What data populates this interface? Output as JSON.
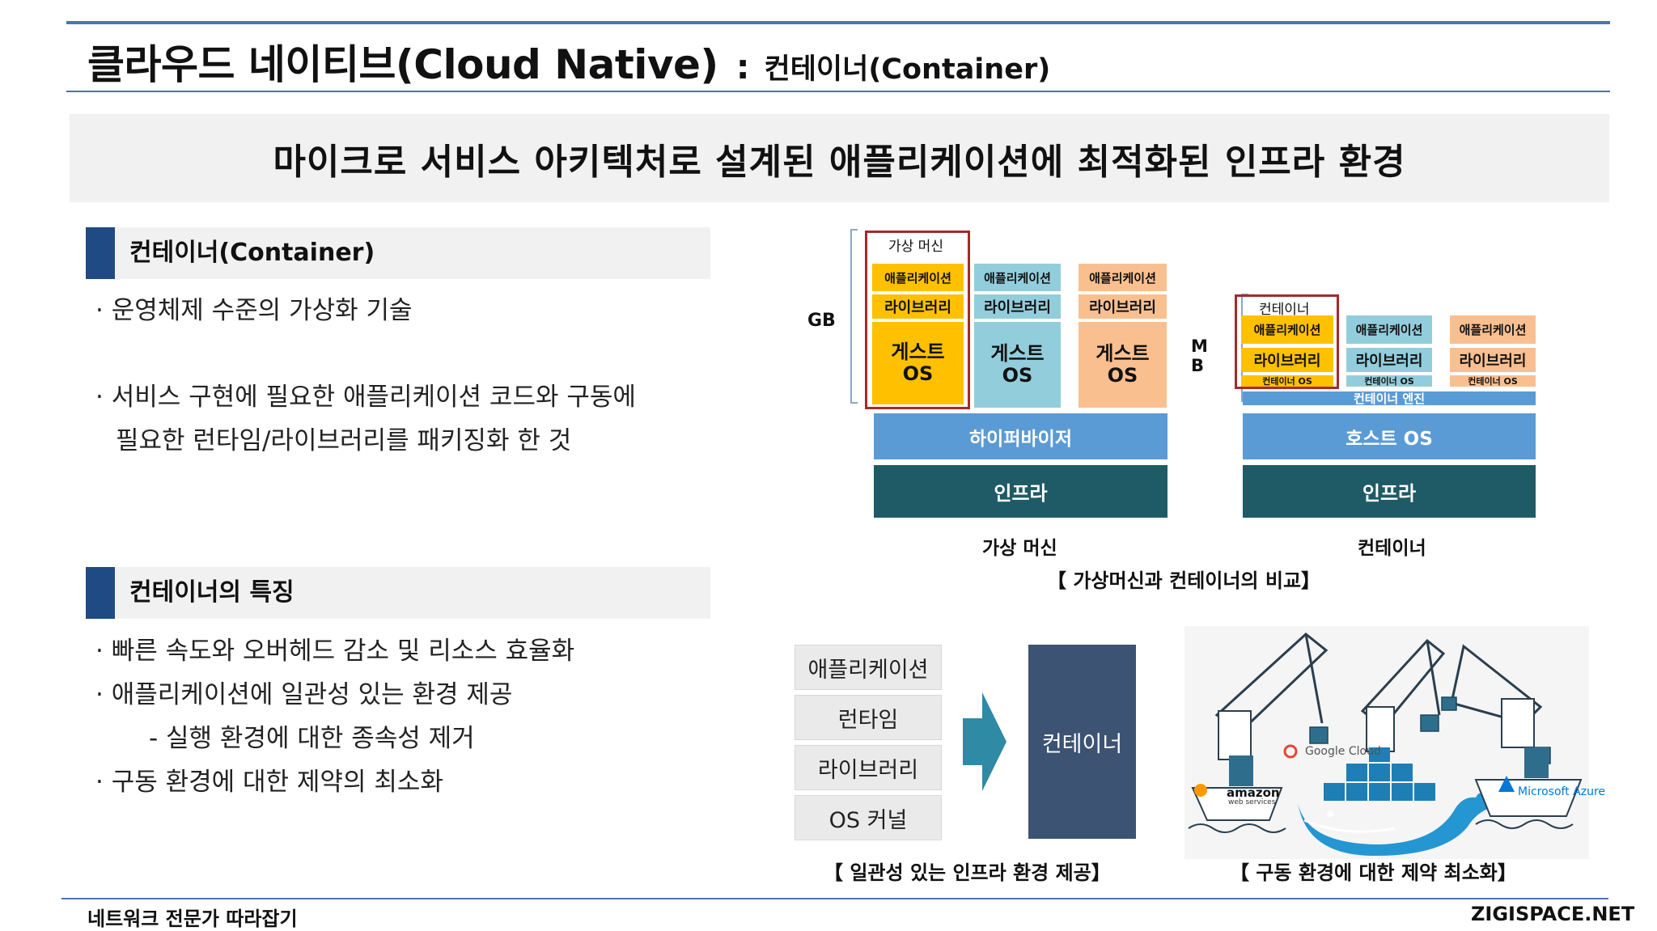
{
  "header": {
    "title": "클라우드 네이티브(Cloud Native)",
    "separator": ":",
    "subtitle": "컨테이너(Container)"
  },
  "banner": {
    "text": "마이크로 서비스 아키텍처로 설계된 애플리케이션에 최적화된 인프라 환경"
  },
  "section1": {
    "title": "컨테이너(Container)",
    "bullets": [
      "· 운영체제 수준의 가상화 기술",
      "· 서비스 구현에 필요한 애플리케이션 코드와 구동에",
      "필요한 런타임/라이브러리를 패키징화 한 것"
    ]
  },
  "section2": {
    "title": "컨테이너의 특징",
    "bullets": [
      "· 빠른 속도와 오버헤드 감소 및 리소스 효율화",
      "· 애플리케이션에 일관성 있는 환경 제공",
      "- 실행 환경에 대한 종속성 제거",
      "· 구동 환경에 대한 제약의 최소화"
    ]
  },
  "comparison": {
    "vm": {
      "unit": "GB",
      "box_label": "가상 머신",
      "app": "애플리케이션",
      "lib": "라이브러리",
      "guest_os": "게스트\nOS",
      "hypervisor": "하이퍼바이저",
      "infra": "인프라",
      "caption": "가상 머신"
    },
    "container": {
      "unit": "M\nB",
      "box_label": "컨테이너",
      "app": "애플리케이션",
      "lib": "라이브러리",
      "container_os": "컨테이너 OS",
      "engine": "컨테이너 엔진",
      "host_os": "호스트 OS",
      "infra": "인프라",
      "caption": "컨테이너"
    },
    "caption": "【 가상머신과 컨테이너의 비교】"
  },
  "packaging": {
    "stack": [
      "애플리케이션",
      "런타임",
      "라이브러리",
      "OS 커널"
    ],
    "container": "컨테이너",
    "caption": "【 일관성 있는 인프라 환경 제공】"
  },
  "cloud_image": {
    "providers": [
      "Google Cloud",
      "amazon",
      "web services",
      "Microsoft Azure"
    ],
    "caption": "【 구동 환경에 대한 제약 최소화】"
  },
  "footer": {
    "left": "네트워크 전문가 따라잡기",
    "right": "ZIGISPACE.NET"
  },
  "colors": {
    "accent": "#4d74b0",
    "section_mark": "#1f4a84",
    "app_yellow": "#ffc000",
    "slot_blue": "#92cddc",
    "slot_peach": "#fabf8f",
    "layer_blue": "#5b9bd5",
    "infra_teal": "#1f5b66",
    "highlight_red": "#a52a2a"
  }
}
